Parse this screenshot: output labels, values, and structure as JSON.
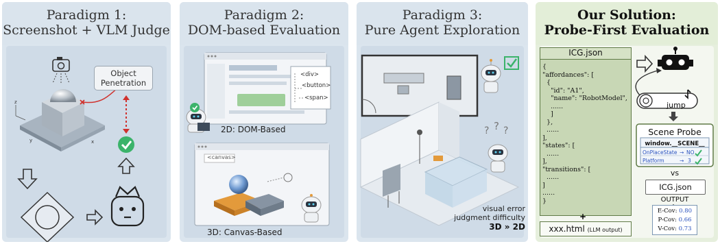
{
  "panels": {
    "p1": {
      "title_line1": "Paradigm 1:",
      "title_line2": "Screenshot + VLM Judge",
      "callout": "Object Penetration",
      "axis_z": "z",
      "axis_y": "y",
      "axis_x": "x"
    },
    "p2": {
      "title_line1": "Paradigm 2:",
      "title_line2": "DOM-based Evaluation",
      "tag_div": "<div>",
      "tag_button": "<button>",
      "tag_span": "<span>",
      "caption_2d": "2D: DOM-Based",
      "tag_canvas": "<canvas>",
      "caption_3d": "3D: Canvas-Based"
    },
    "p3": {
      "title_line1": "Paradigm 3:",
      "title_line2": "Pure Agent Exploration",
      "caption_line1": "visual error",
      "caption_line2": "judgment difficulty",
      "caption_line3": "3D » 2D"
    },
    "p4": {
      "title_line1": "Our Solution:",
      "title_line2": "Probe-First Evaluation",
      "icg_title": "ICG.json",
      "code_lines": [
        "{",
        "\"affordances\": [",
        "  {",
        "    \"id\": \"A1\",",
        "    \"name\": \"RobotModel\",",
        "    ......",
        "    ]",
        "  },",
        "  ......",
        "],",
        "\"states\": [",
        "  ......",
        "],",
        "\"transitions\": [",
        "  ......",
        "]",
        "......",
        "}"
      ],
      "plus": "+",
      "xxx_main": "xxx.html",
      "xxx_sub": "(LLM output)",
      "jump_label": "jump",
      "probe_title": "Scene Probe",
      "window_label": "window.__SCENE__",
      "state1_name": "OnPlaceState",
      "state1_val": "NO",
      "state2_name": "Platform",
      "state2_val": "3",
      "vs": "vs",
      "icg_compare": "ICG.json",
      "output": "OUTPUT",
      "metrics": [
        {
          "name": "E-Cov:",
          "value": "0.80"
        },
        {
          "name": "P-Cov:",
          "value": "0.66"
        },
        {
          "name": "V-Cov:",
          "value": "0.73"
        }
      ]
    }
  },
  "colors": {
    "blue_panel": "#dbe5ee",
    "green_panel": "#e6efdd",
    "check_green": "#3bb36a",
    "error_red": "#d0312d",
    "metric_blue": "#2a52be"
  }
}
